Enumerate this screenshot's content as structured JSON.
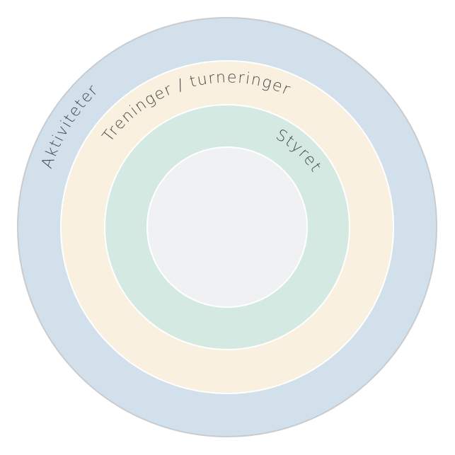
{
  "rings": [
    {
      "key": "outer",
      "label": "Aktiviteter",
      "color": "#d1e0ea"
    },
    {
      "key": "middle",
      "label": "Treninger / turneringer",
      "color": "#f9f0e0"
    },
    {
      "key": "inner",
      "label": "Styret",
      "color": "#d3e9e1"
    }
  ],
  "center": {
    "color": "#f0f1f3"
  },
  "colors": {
    "ring_border": "#ffffff",
    "outer_edge": "#c8ccd0",
    "label_text": "#4a4a4a"
  }
}
